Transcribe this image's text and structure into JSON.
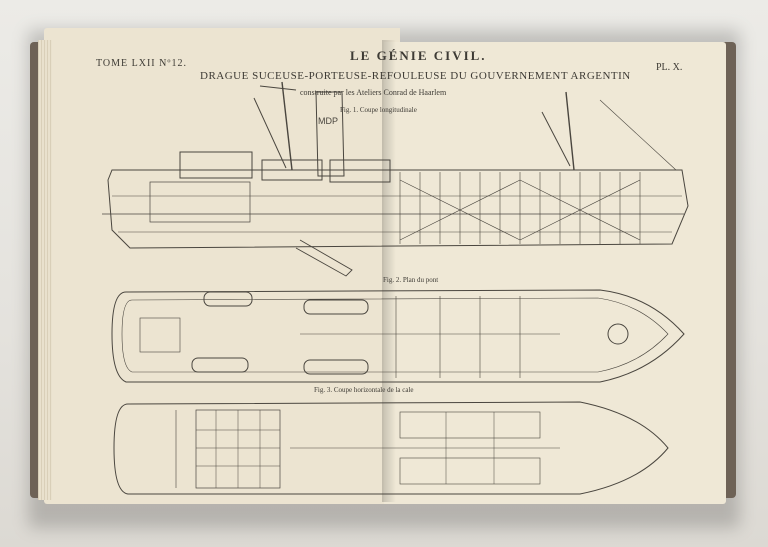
{
  "journal_title": "LE GÉNIE CIVIL.",
  "tome_label": "TOME LXII Nº12.",
  "plate_number": "PL. X.",
  "plate_title": "DRAGUE SUCEUSE-PORTEUSE-REFOULEUSE DU GOUVERNEMENT ARGENTIN",
  "plate_subtitle": "construite par les Ateliers Conrad de Haarlem",
  "fig1_caption": "Fig. 1. Coupe longitudinale",
  "fig2_caption": "Fig. 2. Plan du pont",
  "fig3_caption": "Fig. 3. Coupe horizontale de la cale",
  "funnel_mark": "MDP",
  "colors": {
    "paper_left": "#ece4d1",
    "paper_right": "#efe8d6",
    "ink": "#4a463f",
    "cover": "#6e6256"
  }
}
